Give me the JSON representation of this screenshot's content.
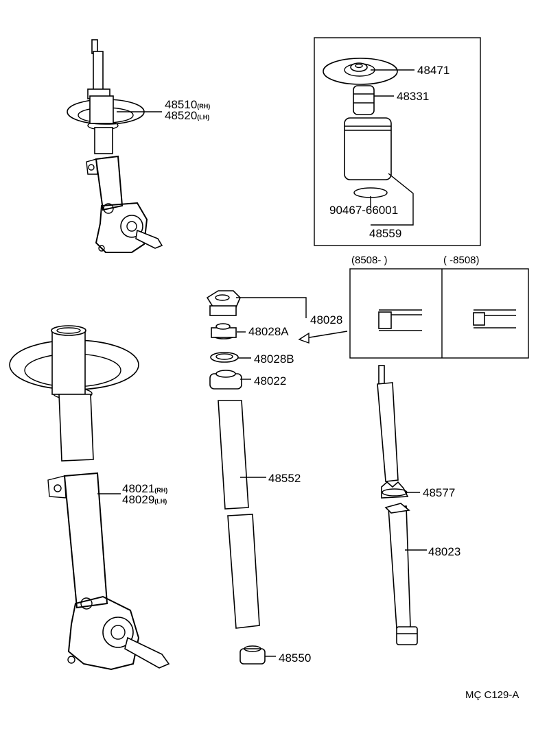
{
  "diagram": {
    "parts": [
      {
        "id": "upper-support",
        "number": "48471"
      },
      {
        "id": "bump-stopper",
        "number": "48331"
      },
      {
        "id": "boot-ring",
        "number": "90467-66001"
      },
      {
        "id": "dust-boot",
        "number": "48559"
      },
      {
        "id": "front-strut-rh",
        "number": "48510",
        "suffix": "(RH)"
      },
      {
        "id": "front-strut-lh",
        "number": "48520",
        "suffix": "(LH)"
      },
      {
        "id": "gland-nut-kit",
        "number": "48028"
      },
      {
        "id": "gland-nut",
        "number": "48028A"
      },
      {
        "id": "gasket",
        "number": "48028B"
      },
      {
        "id": "rod-guide",
        "number": "48022"
      },
      {
        "id": "cylinder",
        "number": "48552"
      },
      {
        "id": "cylinder-bottom",
        "number": "48550"
      },
      {
        "id": "spring-seat",
        "number": "48577"
      },
      {
        "id": "piston-rod",
        "number": "48023"
      },
      {
        "id": "shell-rh",
        "number": "48021",
        "suffix": "(RH)"
      },
      {
        "id": "shell-lh",
        "number": "48029",
        "suffix": "(LH)"
      }
    ],
    "production_periods": [
      "(8508-        )",
      "(        -8508)"
    ],
    "footer_code": "MÇ C129-A"
  }
}
